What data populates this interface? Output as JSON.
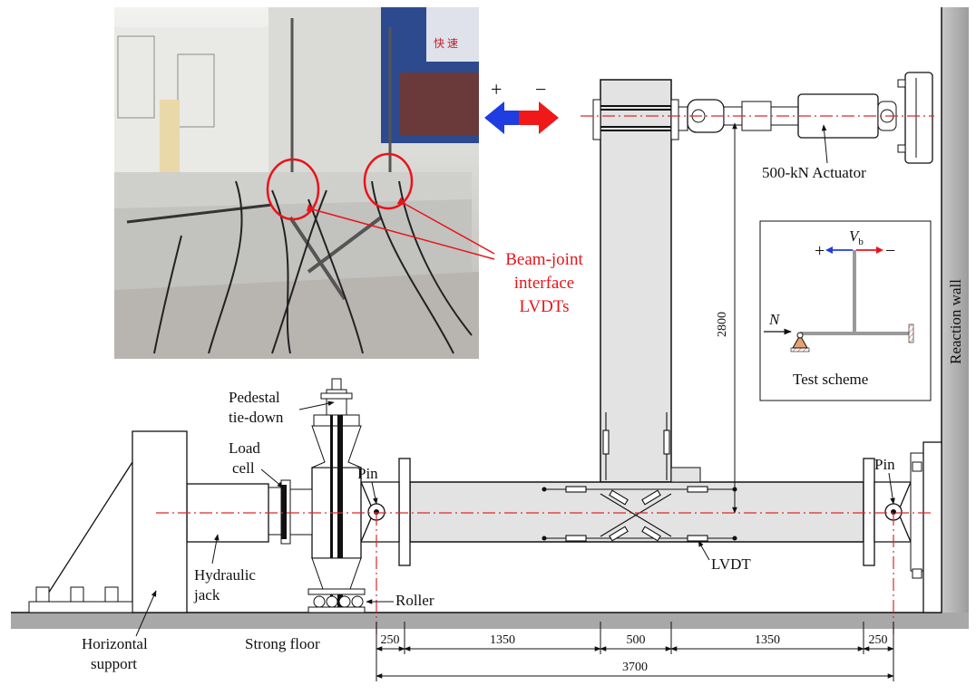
{
  "photo": {
    "annotation_lines": [
      "Beam-joint",
      "interface",
      "LVDTs"
    ],
    "sign_text": "快 速"
  },
  "arrow_signs": {
    "plus": "+",
    "minus": "−"
  },
  "labels": {
    "actuator": "500-kN Actuator",
    "pedestal_1": "Pedestal",
    "pedestal_2": "tie-down",
    "load_cell_1": "Load",
    "load_cell_2": "cell",
    "pin_left": "Pin",
    "pin_right": "Pin",
    "hydraulic_1": "Hydraulic",
    "hydraulic_2": "jack",
    "roller": "Roller",
    "lvdt": "LVDT",
    "horizontal_1": "Horizontal",
    "horizontal_2": "support",
    "strong_floor": "Strong floor",
    "reaction_wall": "Reaction wall",
    "height_dim": "2800"
  },
  "inset": {
    "title": "Test scheme",
    "force_label": "V",
    "force_sub": "b",
    "axial_label": "N",
    "plus": "+",
    "minus": "−"
  },
  "dimensions": {
    "segments": [
      "250",
      "1350",
      "500",
      "1350",
      "250"
    ],
    "total": "3700"
  },
  "colors": {
    "concrete": "#e3e3e3",
    "annotation_red": "#e8141b",
    "arrow_blue": "#1f3de0",
    "arrow_red": "#f01818",
    "centerline": "#d9292f",
    "inset_member": "#9a9a9a",
    "support_fill": "#e8a070"
  }
}
